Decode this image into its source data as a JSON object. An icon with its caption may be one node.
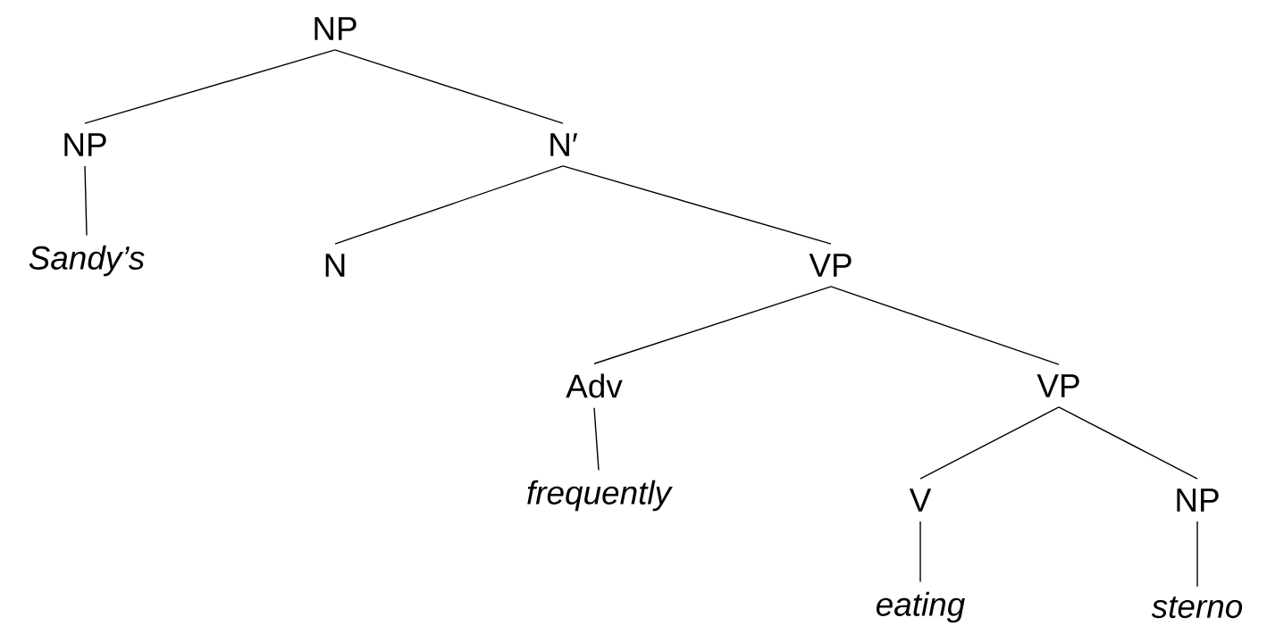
{
  "diagram": {
    "nodes": [
      {
        "text": [
          "NP"
        ]
      },
      {
        "text": [
          "NP"
        ]
      },
      {
        "text": [
          "N′"
        ]
      },
      {
        "text": [
          "Sandy’s"
        ]
      },
      {
        "text": [
          "N"
        ]
      },
      {
        "text": [
          "VP"
        ]
      },
      {
        "text": [
          "Adv"
        ]
      },
      {
        "text": [
          "VP"
        ]
      },
      {
        "text": [
          "frequently"
        ]
      },
      {
        "text": [
          "V"
        ]
      },
      {
        "text": [
          "NP"
        ]
      },
      {
        "text": [
          "eating"
        ]
      },
      {
        "text": [
          "sterno"
        ]
      }
    ],
    "edges": [
      {
        "from": 0,
        "to": 1,
        "arrow": "none"
      },
      {
        "from": 0,
        "to": 2,
        "arrow": "none"
      },
      {
        "from": 1,
        "to": 3,
        "arrow": "none"
      },
      {
        "from": 2,
        "to": 4,
        "arrow": "none"
      },
      {
        "from": 2,
        "to": 5,
        "arrow": "none"
      },
      {
        "from": 5,
        "to": 6,
        "arrow": "none"
      },
      {
        "from": 5,
        "to": 7,
        "arrow": "none"
      },
      {
        "from": 6,
        "to": 8,
        "arrow": "none"
      },
      {
        "from": 7,
        "to": 9,
        "arrow": "none"
      },
      {
        "from": 7,
        "to": 10,
        "arrow": "none"
      },
      {
        "from": 9,
        "to": 11,
        "arrow": "none"
      },
      {
        "from": 10,
        "to": 12,
        "arrow": "none"
      }
    ]
  }
}
